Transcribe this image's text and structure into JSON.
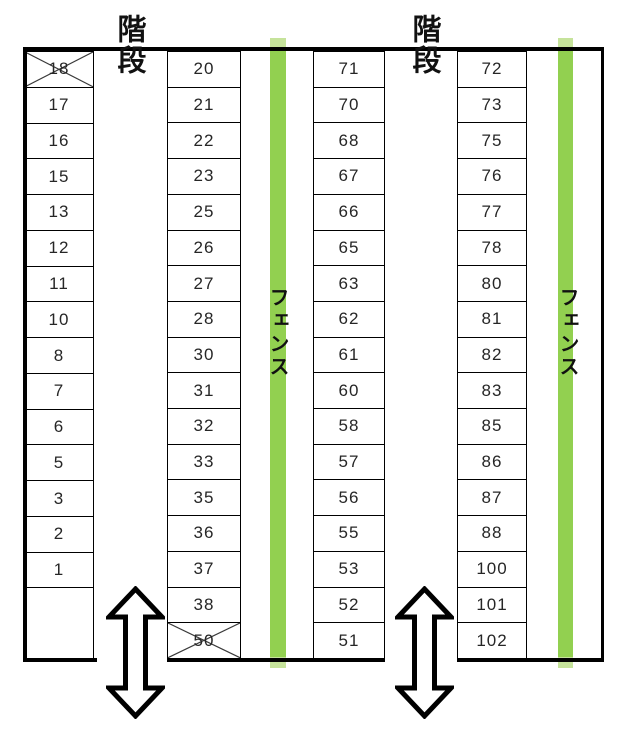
{
  "labels": {
    "stairs_left": "階段",
    "stairs_right": "階段",
    "fence_left": "フェンス",
    "fence_right": "フェンス"
  },
  "colors": {
    "fence": "#92D050",
    "fence_pale": "#c6e39b",
    "line": "#000000"
  },
  "columns": [
    {
      "name": "column-1",
      "cells": [
        {
          "label": "18",
          "crossed": true
        },
        {
          "label": "17"
        },
        {
          "label": "16"
        },
        {
          "label": "15"
        },
        {
          "label": "13"
        },
        {
          "label": "12"
        },
        {
          "label": "11"
        },
        {
          "label": "10"
        },
        {
          "label": "8"
        },
        {
          "label": "7"
        },
        {
          "label": "6"
        },
        {
          "label": "5"
        },
        {
          "label": "3"
        },
        {
          "label": "2"
        },
        {
          "label": "1"
        },
        {
          "label": "",
          "tall": true
        }
      ]
    },
    {
      "name": "column-2",
      "cells": [
        {
          "label": "20"
        },
        {
          "label": "21"
        },
        {
          "label": "22"
        },
        {
          "label": "23"
        },
        {
          "label": "25"
        },
        {
          "label": "26"
        },
        {
          "label": "27"
        },
        {
          "label": "28"
        },
        {
          "label": "30"
        },
        {
          "label": "31"
        },
        {
          "label": "32"
        },
        {
          "label": "33"
        },
        {
          "label": "35"
        },
        {
          "label": "36"
        },
        {
          "label": "37"
        },
        {
          "label": "38"
        },
        {
          "label": "50",
          "crossed": true
        }
      ]
    },
    {
      "name": "column-3",
      "cells": [
        {
          "label": "71"
        },
        {
          "label": "70"
        },
        {
          "label": "68"
        },
        {
          "label": "67"
        },
        {
          "label": "66"
        },
        {
          "label": "65"
        },
        {
          "label": "63"
        },
        {
          "label": "62"
        },
        {
          "label": "61"
        },
        {
          "label": "60"
        },
        {
          "label": "58"
        },
        {
          "label": "57"
        },
        {
          "label": "56"
        },
        {
          "label": "55"
        },
        {
          "label": "53"
        },
        {
          "label": "52"
        },
        {
          "label": "51"
        }
      ]
    },
    {
      "name": "column-4",
      "cells": [
        {
          "label": "72"
        },
        {
          "label": "73"
        },
        {
          "label": "75"
        },
        {
          "label": "76"
        },
        {
          "label": "77"
        },
        {
          "label": "78"
        },
        {
          "label": "80"
        },
        {
          "label": "81"
        },
        {
          "label": "82"
        },
        {
          "label": "83"
        },
        {
          "label": "85"
        },
        {
          "label": "86"
        },
        {
          "label": "87"
        },
        {
          "label": "88"
        },
        {
          "label": "100"
        },
        {
          "label": "101"
        },
        {
          "label": "102"
        }
      ]
    }
  ]
}
